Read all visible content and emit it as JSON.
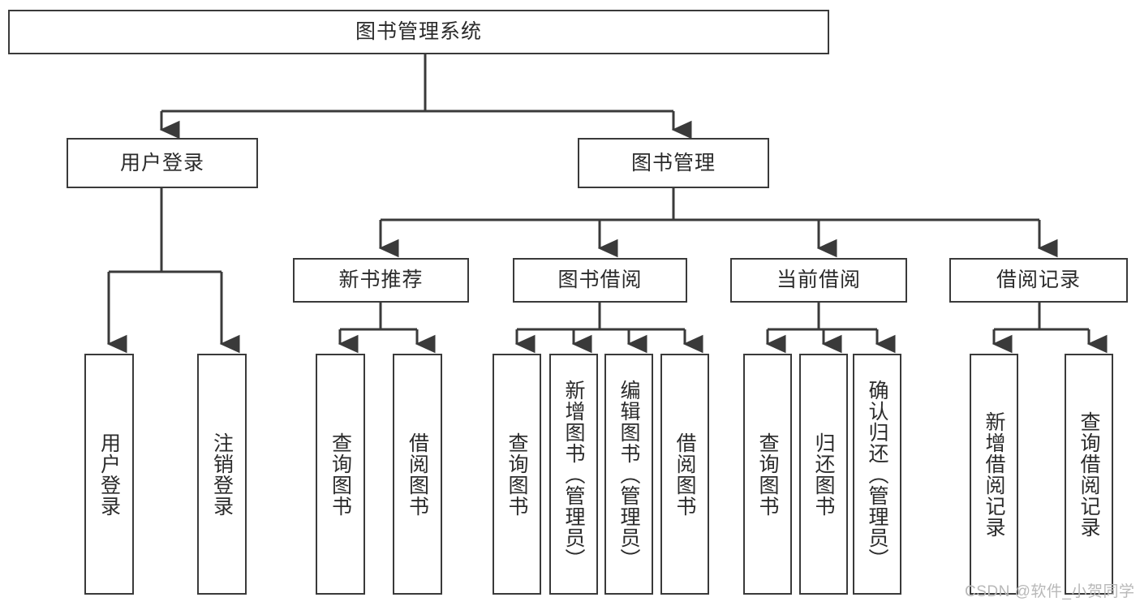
{
  "diagram": {
    "type": "hierarchy-tree",
    "title": "图书管理系统",
    "root": {
      "label": "图书管理系统"
    },
    "level2": [
      {
        "label": "用户登录"
      },
      {
        "label": "图书管理"
      }
    ],
    "level3": [
      {
        "label": "新书推荐"
      },
      {
        "label": "图书借阅"
      },
      {
        "label": "当前借阅"
      },
      {
        "label": "借阅记录"
      }
    ],
    "leaves": {
      "user_login": [
        {
          "label": "用户登录"
        },
        {
          "label": "注销登录"
        }
      ],
      "new_book_recommend": [
        {
          "label": "查询图书"
        },
        {
          "label": "借阅图书"
        }
      ],
      "book_borrow": [
        {
          "label": "查询图书"
        },
        {
          "label": "新增图书（管理员）"
        },
        {
          "label": "编辑图书（管理员）"
        },
        {
          "label": "借阅图书"
        }
      ],
      "current_borrow": [
        {
          "label": "查询图书"
        },
        {
          "label": "归还图书"
        },
        {
          "label": "确认归还（管理员）"
        }
      ],
      "borrow_record": [
        {
          "label": "新增借阅记录"
        },
        {
          "label": "查询借阅记录"
        }
      ]
    }
  },
  "watermark": {
    "text": "CSDN @软件_小贺同学"
  },
  "colors": {
    "stroke": "#3a3a3a",
    "text": "#2b2b2b",
    "background": "#ffffff",
    "watermark": "#b8b8b8"
  }
}
